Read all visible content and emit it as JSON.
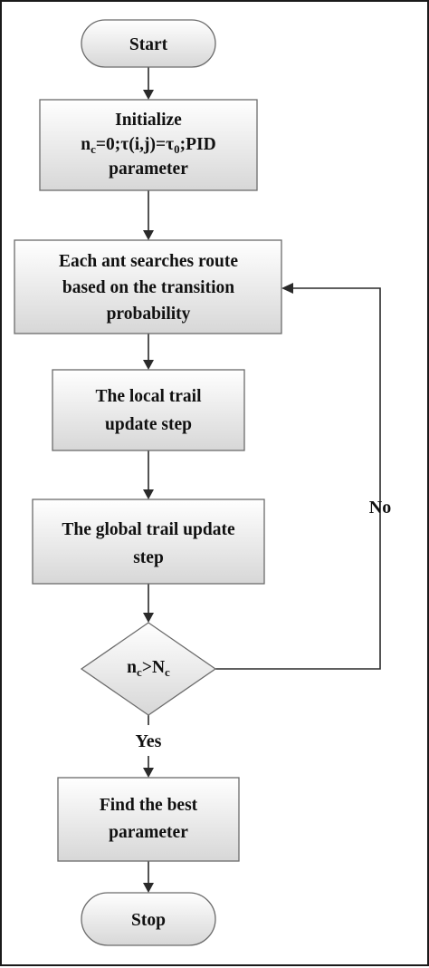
{
  "diagram": {
    "colors": {
      "box_fill_top": "#ffffff",
      "box_fill_bottom": "#d7d7d7",
      "box_stroke": "#6b6b6b",
      "arrow": "#2a2a2a"
    },
    "nodes": {
      "start": {
        "shape": "terminal",
        "text": "Start"
      },
      "init": {
        "shape": "process",
        "line1": "Initialize",
        "line2": {
          "n": "n",
          "c": "c",
          "mid": "=0;τ(i,j)=τ",
          "zero": "0",
          "end": ";PID"
        },
        "line3": "parameter"
      },
      "search": {
        "shape": "process",
        "line1": "Each ant searches route",
        "line2": "based on the transition",
        "line3": "probability"
      },
      "local": {
        "shape": "process",
        "line1": "The local trail",
        "line2": "update step"
      },
      "global": {
        "shape": "process",
        "line1": "The global trail update",
        "line2": "step"
      },
      "decision": {
        "shape": "decision",
        "n": "n",
        "c_sub": "c",
        "gt": ">",
        "N": "N",
        "C_sub": "c"
      },
      "best": {
        "shape": "process",
        "line1": "Find the best",
        "line2": "parameter"
      },
      "stop": {
        "shape": "terminal",
        "text": "Stop"
      }
    },
    "edges": {
      "yes_label": "Yes",
      "no_label": "No"
    }
  }
}
